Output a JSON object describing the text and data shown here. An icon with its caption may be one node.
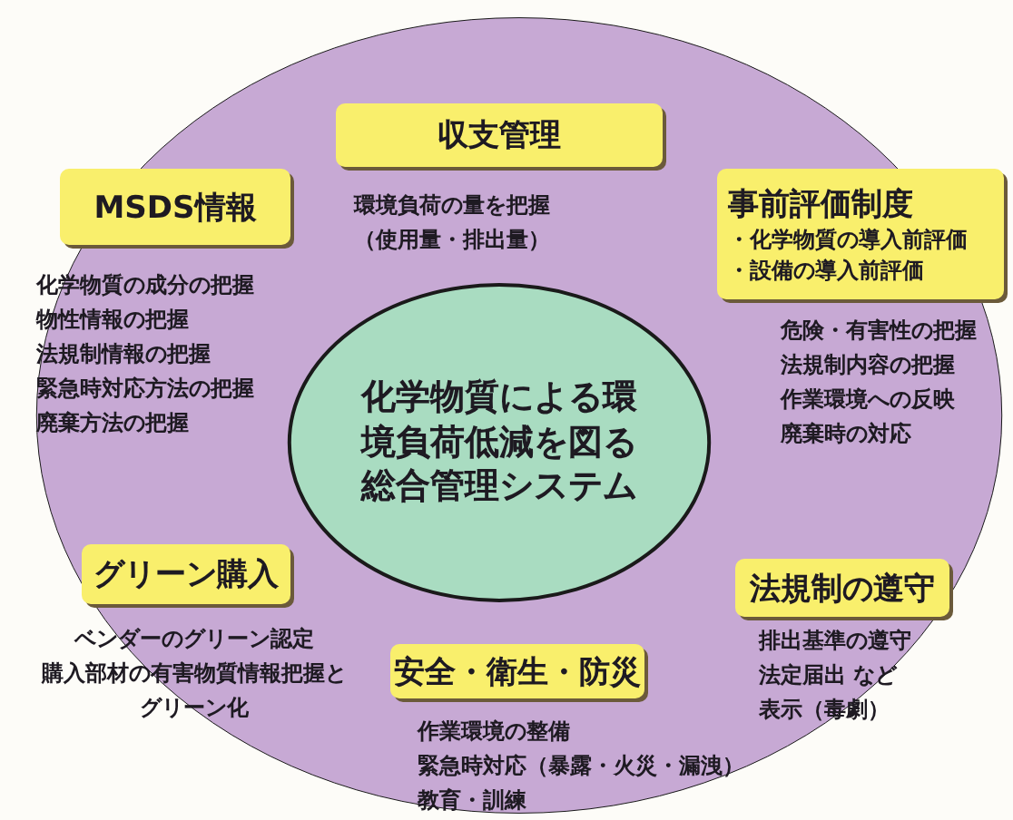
{
  "diagram": {
    "nodes": [
      {
        "text": [],
        "shape": "circle"
      },
      {
        "text": [
          "化学物質による環境負荷低減を図る総合管理システム"
        ],
        "in": 0
      },
      {
        "text": [
          "収支管理"
        ],
        "in": 0,
        "beside": [
          "環境負荷の量を把握",
          "（使用量・排出量）"
        ]
      },
      {
        "text": [
          "MSDS情報"
        ],
        "in": 0,
        "beside": [
          "化学物質の成分の把握",
          "物性情報の把握",
          "法規制情報の把握",
          "緊急時対応方法の把握",
          "廃棄方法の把握"
        ]
      },
      {
        "text": [
          "事前評価制度",
          "・化学物質の導入前評価",
          "・設備の導入前評価"
        ],
        "in": 0,
        "beside": [
          "危険・有害性の把握",
          "法規制内容の把握",
          "作業環境への反映",
          "廃棄時の対応"
        ]
      },
      {
        "text": [
          "グリーン購入"
        ],
        "in": 0,
        "beside": [
          "ベンダーのグリーン認定",
          "購入部材の有害物質情報把握とグリーン化"
        ]
      },
      {
        "text": [
          "安全・衛生・防災"
        ],
        "in": 0,
        "beside": [
          "作業環境の整備",
          "緊急時対応（暴露・火災・漏洩）",
          "教育・訓練"
        ]
      },
      {
        "text": [
          "法規制の遵守"
        ],
        "in": 0,
        "beside": [
          "排出基準の遵守",
          "法定届出 など",
          "表示（毒劇）"
        ]
      }
    ]
  }
}
